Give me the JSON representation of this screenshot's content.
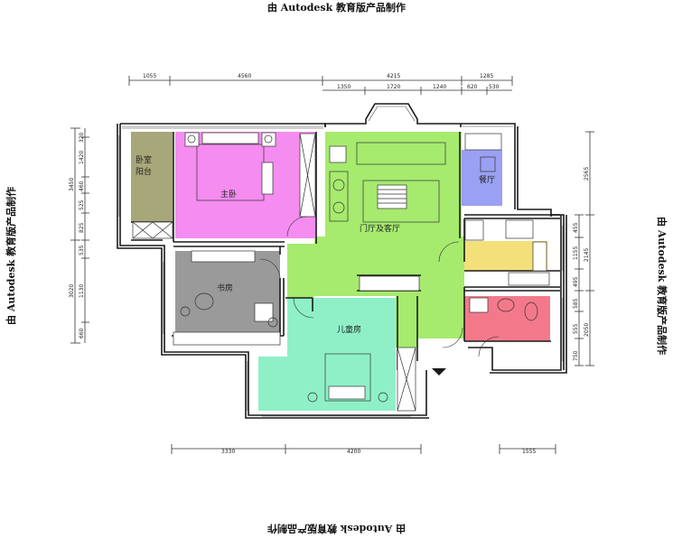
{
  "watermark": {
    "text": "由 Autodesk 教育版产品制作"
  },
  "dimensions": {
    "top_row1": [
      "1055",
      "4560",
      "4215",
      "1285"
    ],
    "top_row2": [
      "1350",
      "1720",
      "1240",
      "620",
      "530"
    ],
    "left_outer": [
      "3450",
      "3020"
    ],
    "left_inner": [
      "320",
      "1420",
      "460",
      "525",
      "825",
      "535",
      "1130",
      "660"
    ],
    "right_outer": [
      "2565"
    ],
    "right_inner": [
      "455",
      "1155",
      "495",
      "585",
      "555",
      "750"
    ],
    "right_outer2": [
      "2145",
      "2050"
    ],
    "bottom": [
      "3330",
      "4200",
      "1555"
    ]
  },
  "rooms": {
    "balcony": "卧室\n阳台",
    "master_bedroom": "主卧",
    "living_room": "门厅及客厅",
    "dining": "餐厅",
    "study": "书房",
    "children_room": "儿童房"
  },
  "colors": {
    "balcony": "#a8a77a",
    "master_bedroom": "#f58cf0",
    "living": "#a6ea6e",
    "dining": "#9aa0f2",
    "kitchen": "#f3e07a",
    "study": "#9a9a9a",
    "children_room": "#8ff0c8",
    "bathroom": "#f3798a",
    "wall": "#1a1a1a"
  }
}
